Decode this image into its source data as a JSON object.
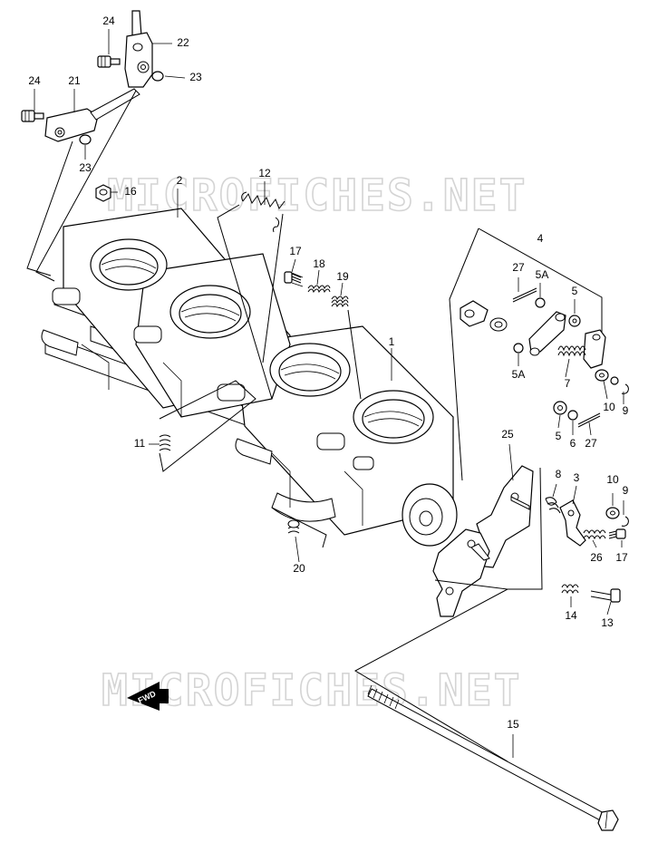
{
  "watermark": {
    "top": "MICROFICHES.NET",
    "bottom": "MICROFICHES.NET"
  },
  "fwd_label": "FWD",
  "callouts": [
    {
      "id": "24a",
      "text": "24"
    },
    {
      "id": "22",
      "text": "22"
    },
    {
      "id": "23a",
      "text": "23"
    },
    {
      "id": "24b",
      "text": "24"
    },
    {
      "id": "21",
      "text": "21"
    },
    {
      "id": "23b",
      "text": "23"
    },
    {
      "id": "16",
      "text": "16"
    },
    {
      "id": "2",
      "text": "2"
    },
    {
      "id": "12",
      "text": "12"
    },
    {
      "id": "17a",
      "text": "17"
    },
    {
      "id": "18",
      "text": "18"
    },
    {
      "id": "19",
      "text": "19"
    },
    {
      "id": "4",
      "text": "4"
    },
    {
      "id": "27a",
      "text": "27"
    },
    {
      "id": "5Aa",
      "text": "5A"
    },
    {
      "id": "5a",
      "text": "5"
    },
    {
      "id": "1",
      "text": "1"
    },
    {
      "id": "5Ab",
      "text": "5A"
    },
    {
      "id": "7",
      "text": "7"
    },
    {
      "id": "10a",
      "text": "10"
    },
    {
      "id": "9a",
      "text": "9"
    },
    {
      "id": "5b",
      "text": "5"
    },
    {
      "id": "6",
      "text": "6"
    },
    {
      "id": "27b",
      "text": "27"
    },
    {
      "id": "11",
      "text": "11"
    },
    {
      "id": "25",
      "text": "25"
    },
    {
      "id": "8",
      "text": "8"
    },
    {
      "id": "3",
      "text": "3"
    },
    {
      "id": "10b",
      "text": "10"
    },
    {
      "id": "9b",
      "text": "9"
    },
    {
      "id": "26",
      "text": "26"
    },
    {
      "id": "17b",
      "text": "17"
    },
    {
      "id": "20",
      "text": "20"
    },
    {
      "id": "14",
      "text": "14"
    },
    {
      "id": "13",
      "text": "13"
    },
    {
      "id": "15",
      "text": "15"
    }
  ]
}
